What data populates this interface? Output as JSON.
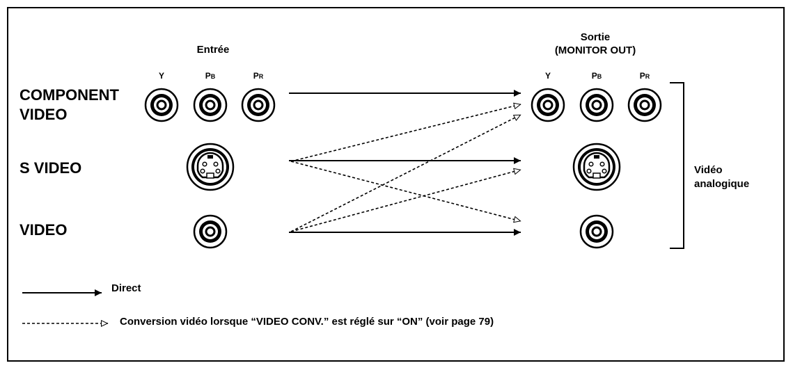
{
  "input_header": "Entrée",
  "output_header": {
    "line1": "Sortie",
    "line2": "(MONITOR OUT)"
  },
  "signal_labels": {
    "y": "Y",
    "pb": {
      "main": "P",
      "sub": "B"
    },
    "pr": {
      "main": "P",
      "sub": "R"
    }
  },
  "rows": {
    "component": {
      "line1": "COMPONENT",
      "line2": "VIDEO"
    },
    "svideo": "S VIDEO",
    "video": "VIDEO"
  },
  "bracket_label": {
    "line1": "Vidéo",
    "line2": "analogique"
  },
  "legend": {
    "direct": "Direct",
    "conversion": "Conversion vidéo lorsque “VIDEO CONV.” est réglé sur “ON” (voir page 79)"
  }
}
